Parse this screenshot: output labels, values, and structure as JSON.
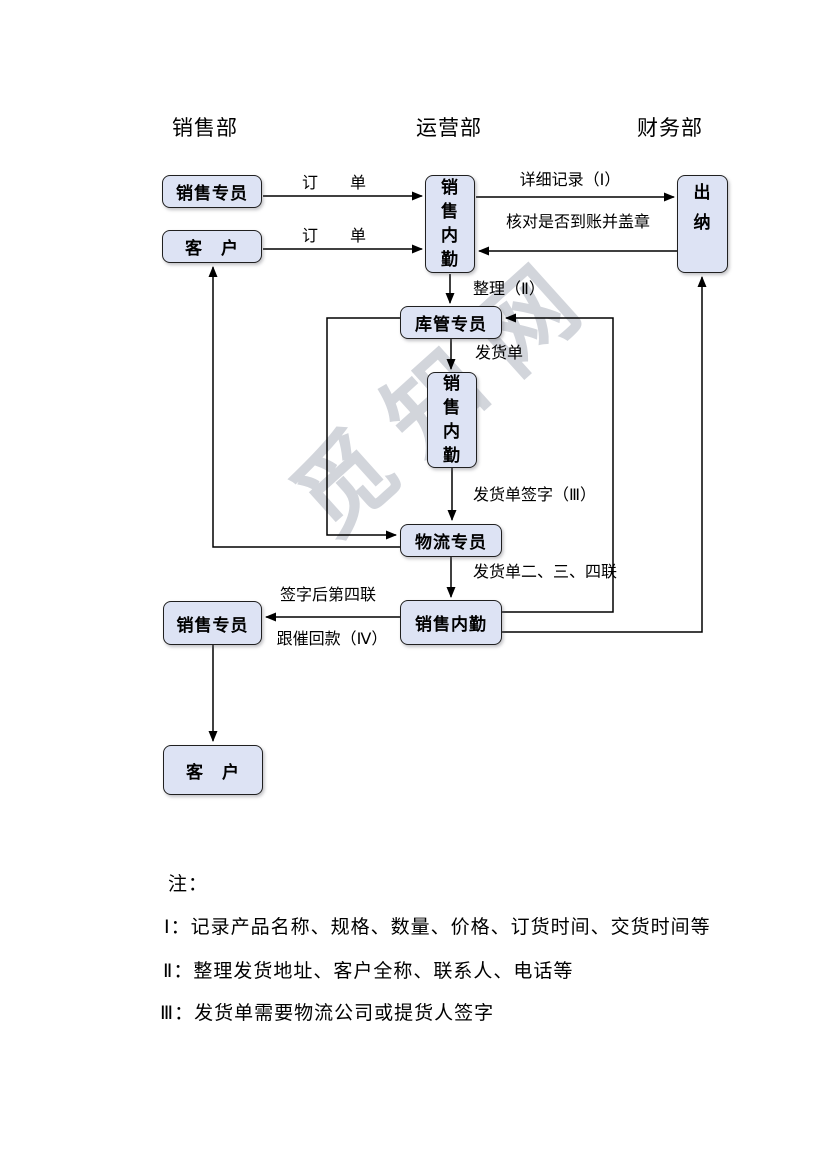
{
  "watermark": {
    "text": "觅知网"
  },
  "lanes": [
    {
      "label": "销售部"
    },
    {
      "label": "运营部"
    },
    {
      "label": "财务部"
    }
  ],
  "nodes": [
    {
      "id": "sales-specialist-top",
      "label": "销售专员"
    },
    {
      "id": "customer-top",
      "label": "客　户"
    },
    {
      "id": "sales-office-top",
      "label": "销\n售\n内\n勤"
    },
    {
      "id": "cashier",
      "label": "出\n纳"
    },
    {
      "id": "warehouse-specialist",
      "label": "库管专员"
    },
    {
      "id": "sales-office-mid",
      "label": "销\n售\n内\n勤"
    },
    {
      "id": "logistics-specialist",
      "label": "物流专员"
    },
    {
      "id": "sales-office-bottom",
      "label": "销售内勤"
    },
    {
      "id": "sales-specialist-bottom",
      "label": "销售专员"
    },
    {
      "id": "customer-bottom",
      "label": "客　户"
    }
  ],
  "edges": [
    {
      "label": "订　　单"
    },
    {
      "label": "订　　单"
    },
    {
      "label": "详细记录（Ⅰ）"
    },
    {
      "label": "核对是否到账并盖章"
    },
    {
      "label": "整理（Ⅱ）"
    },
    {
      "label": "发货单"
    },
    {
      "label": "发货单签字（Ⅲ）"
    },
    {
      "label": "发货单二、三、四联"
    },
    {
      "label": "签字后第四联"
    },
    {
      "label": "跟催回款（Ⅳ）"
    }
  ],
  "notes": {
    "title": "注：",
    "items": [
      "Ⅰ：记录产品名称、规格、数量、价格、订货时间、交货时间等",
      "Ⅱ：整理发货地址、客户全称、联系人、电话等",
      "Ⅲ：发货单需要物流公司或提货人签字"
    ]
  },
  "colors": {
    "node_fill": "#dde3f4",
    "node_border": "#202020",
    "line": "#000000",
    "watermark": "#d2d5db"
  }
}
